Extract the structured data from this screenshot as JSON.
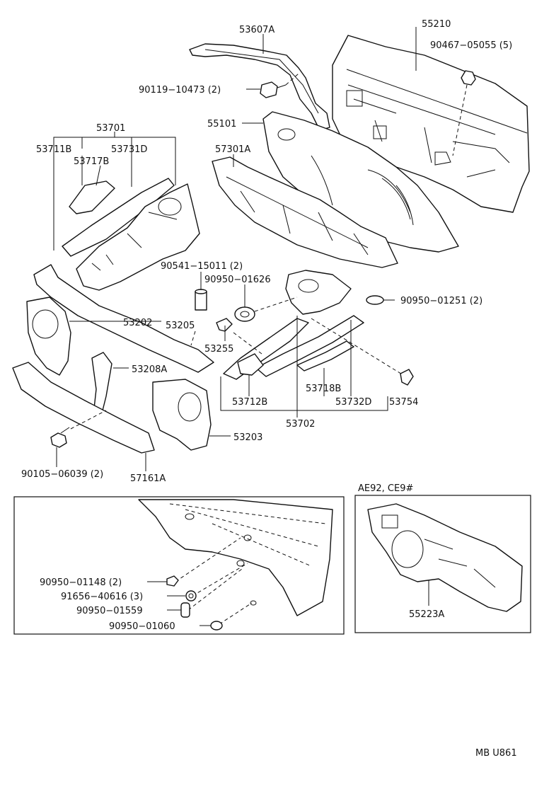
{
  "parts": {
    "p53607A": "53607A",
    "p55210": "55210",
    "p90467": "90467−05055 (5)",
    "p90119": "90119−10473 (2)",
    "p55101": "55101",
    "p53701": "53701",
    "p53711B": "53711B",
    "p53731D": "53731D",
    "p53717B": "53717B",
    "p57301A": "57301A",
    "p90541": "90541−15011 (2)",
    "p90950_01626": "90950−01626",
    "p90950_01251": "90950−01251 (2)",
    "p53202": "53202",
    "p53205": "53205",
    "p53255": "53255",
    "p53208A": "53208A",
    "p53718B": "53718B",
    "p53712B": "53712B",
    "p53732D": "53732D",
    "p53754": "53754",
    "p53702": "53702",
    "p53203": "53203",
    "p90105": "90105−06039 (2)",
    "p57161A": "57161A",
    "p90950_01148": "90950−01148 (2)",
    "p91656": "91656−40616 (3)",
    "p90950_01559": "90950−01559",
    "p90950_01060": "90950−01060",
    "p55223A": "55223A"
  },
  "variant_label": "AE92, CE9#",
  "footer_code": "MB  U861"
}
